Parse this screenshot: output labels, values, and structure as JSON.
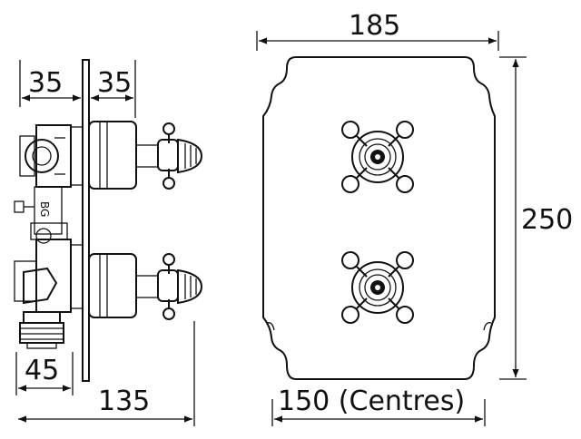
{
  "dimensions": {
    "side_top_left": "35",
    "side_top_right": "35",
    "side_bottom_left": "45",
    "side_overall": "135",
    "front_width": "185",
    "front_height": "250",
    "front_centres": "150 (Centres)"
  },
  "body_marking": "BG"
}
